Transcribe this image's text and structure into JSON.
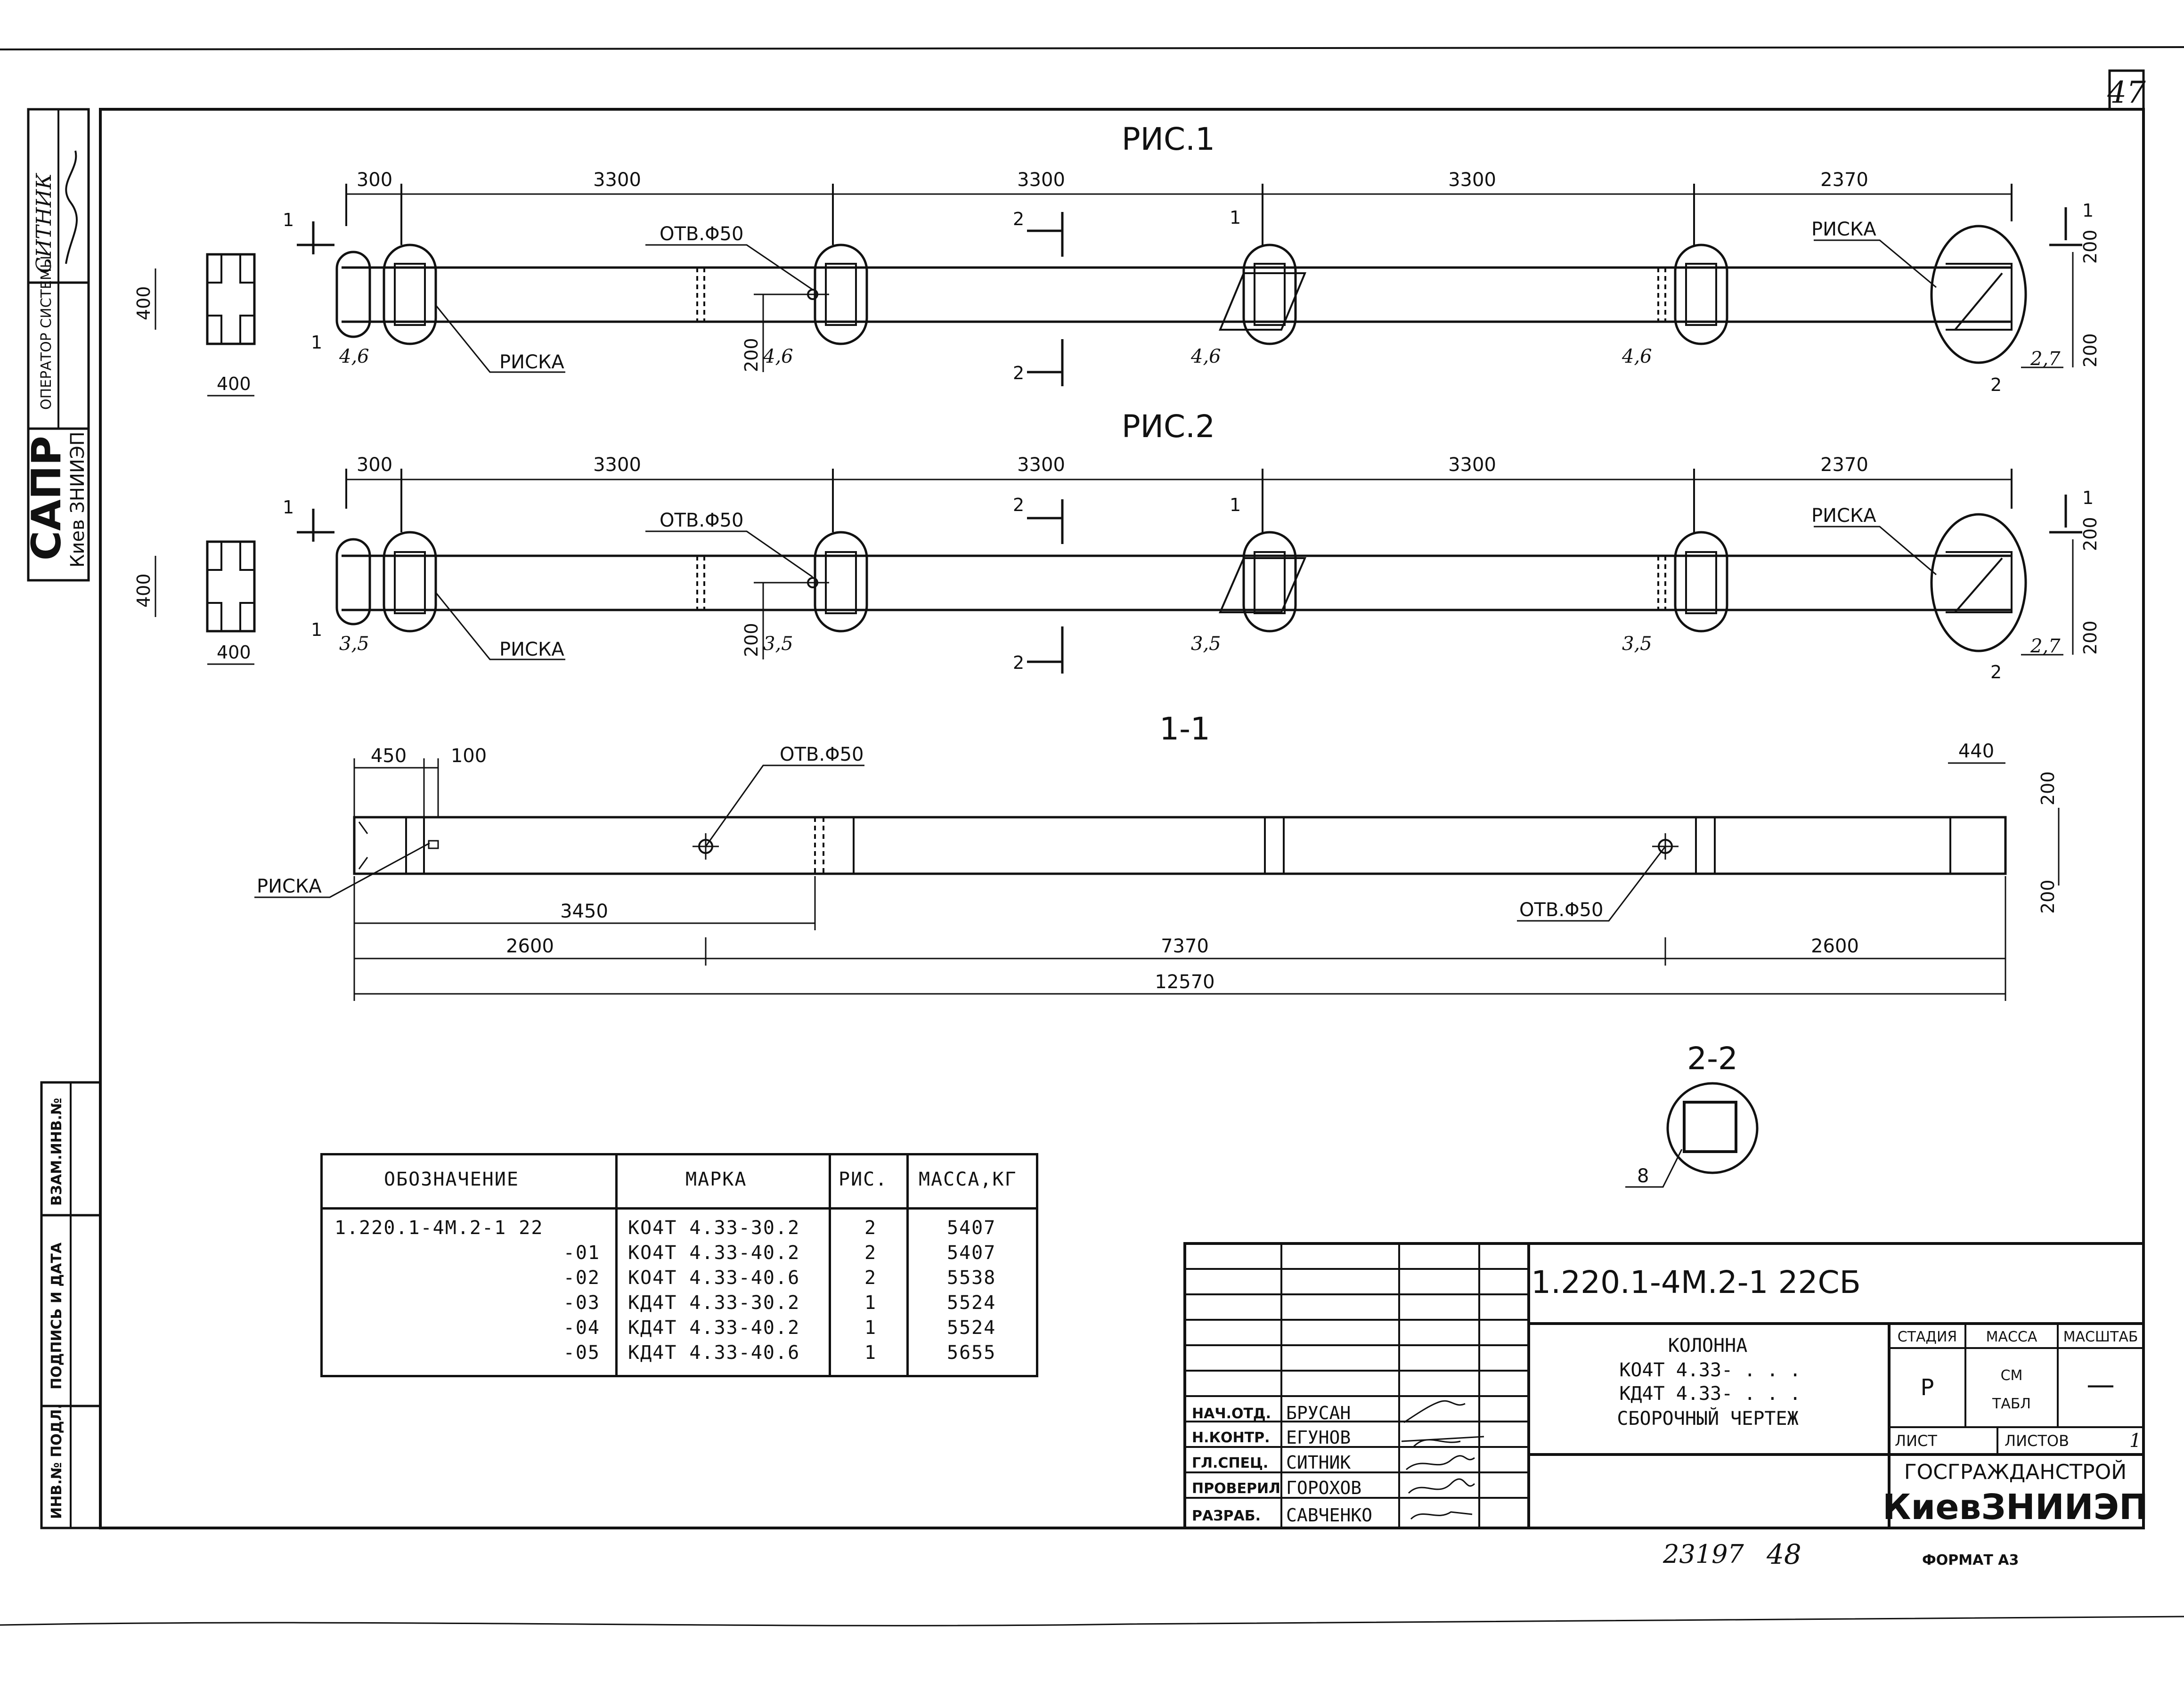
{
  "sheet": {
    "page_number": "47",
    "archive_number": "23197",
    "sheet_index": "48",
    "format_label": "ФОРМАТ А3"
  },
  "side_stamp": {
    "cad_label": "САПР",
    "org": "Киев ЗНИИЭП",
    "operator_label": "ОПЕРАТОР СИСТЕМЫ",
    "operator_name": "СИТНИК",
    "fields": [
      "ВЗАМ.ИНВ.№",
      "ПОДПИСЬ И ДАТА",
      "ИНВ.№ ПОДЛ."
    ]
  },
  "figures": {
    "fig1_title": "РИС.1",
    "fig2_title": "РИС.2",
    "section_1_1": "1-1",
    "section_2_2": "2-2",
    "dims_top": [
      "300",
      "3300",
      "3300",
      "3300",
      "2370"
    ],
    "dim_400": "400",
    "dim_200": "200",
    "hole_label": "ОТВ.Φ50",
    "mark_label": "РИСКА",
    "fig1_weld": "4,6",
    "fig2_weld": "3,5",
    "end_weld": "2,7",
    "sec_1": "1",
    "sec_2": "2",
    "pos_8": "8",
    "s11_dims": {
      "d450": "450",
      "d100": "100",
      "d440": "440",
      "d3450": "3450",
      "d2600": "2600",
      "d7370": "7370",
      "d12570": "12570"
    }
  },
  "spec_table": {
    "headers": [
      "ОБОЗНАЧЕНИЕ",
      "МАРКА",
      "РИС.",
      "МАССА,КГ"
    ],
    "rows": [
      {
        "designation": "1.220.1-4М.2-1 22",
        "mark": "КО4Т 4.33-30.2",
        "fig": "2",
        "mass": "5407"
      },
      {
        "designation": "-01",
        "mark": "КО4Т 4.33-40.2",
        "fig": "2",
        "mass": "5407"
      },
      {
        "designation": "-02",
        "mark": "КО4Т 4.33-40.6",
        "fig": "2",
        "mass": "5538"
      },
      {
        "designation": "-03",
        "mark": "КД4Т 4.33-30.2",
        "fig": "1",
        "mass": "5524"
      },
      {
        "designation": "-04",
        "mark": "КД4Т 4.33-40.2",
        "fig": "1",
        "mass": "5524"
      },
      {
        "designation": "-05",
        "mark": "КД4Т 4.33-40.6",
        "fig": "1",
        "mass": "5655"
      }
    ]
  },
  "title_block": {
    "doc_code": "1.220.1-4М.2-1 22СБ",
    "name_line1": "КОЛОННА",
    "name_line2": "КО4Т 4.33- . . .",
    "name_line3": "КД4Т 4.33- . . .",
    "name_line4": "СБОРОЧНЫЙ ЧЕРТЕЖ",
    "stage_label": "СТАДИЯ",
    "mass_label": "МАССА",
    "scale_label": "МАСШТАБ",
    "stage_value": "Р",
    "mass_value_1": "СМ",
    "mass_value_2": "ТАБЛ",
    "scale_value": "—",
    "sheet_label": "ЛИСТ",
    "sheets_label": "ЛИСТОВ",
    "sheets_value": "1",
    "org_line1": "ГОСГРАЖДАНСТРОЙ",
    "org_line2": "КиевЗНИИЭП",
    "staff": [
      {
        "role": "НАЧ.ОТД.",
        "name": "БРУСАН"
      },
      {
        "role": "Н.КОНТР.",
        "name": "ЕГУНОВ"
      },
      {
        "role": "ГЛ.СПЕЦ.",
        "name": "СИТНИК"
      },
      {
        "role": "ПРОВЕРИЛ",
        "name": "ГОРОХОВ"
      },
      {
        "role": "РАЗРАБ.",
        "name": "САВЧЕНКО"
      }
    ]
  }
}
